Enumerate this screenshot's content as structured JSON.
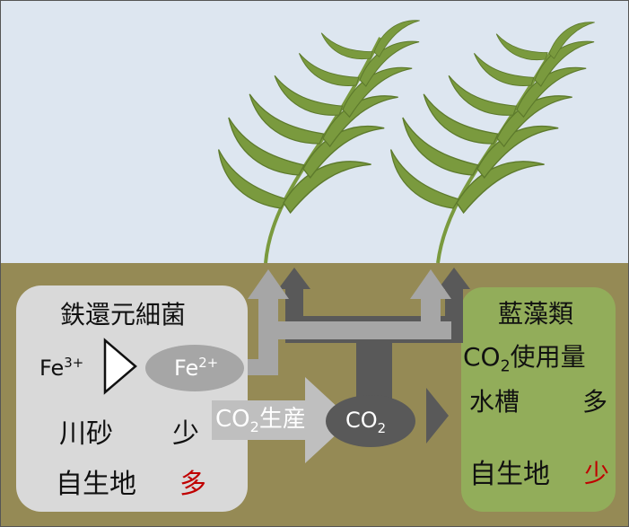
{
  "left_box": {
    "title": "鉄還元細菌",
    "fe3": {
      "base": "Fe",
      "sup": "3+"
    },
    "fe2": {
      "base": "Fe",
      "sup": "2+"
    },
    "river_sand": {
      "label": "川砂",
      "amount": "少"
    },
    "habitat": {
      "label": "自生地",
      "amount": "多"
    }
  },
  "production": {
    "co": "CO",
    "sub": "2",
    "suffix": "生産"
  },
  "co2_node": {
    "co": "CO",
    "sub": "2"
  },
  "right_box": {
    "title": "藍藻類",
    "usage": {
      "co": "CO",
      "sub": "2",
      "suffix": "使用量"
    },
    "tank": {
      "label": "水槽",
      "amount": "多"
    },
    "habitat": {
      "label": "自生地",
      "amount": "少"
    }
  },
  "colors": {
    "sky": "#dde6f0",
    "soil": "#958a55",
    "left_box": "#d9d9d9",
    "right_box": "#92ad5a",
    "plant": "#7a9a3e",
    "dark_gray": "#595959",
    "mid_gray": "#a6a6a6",
    "accent_red": "#c00000"
  }
}
